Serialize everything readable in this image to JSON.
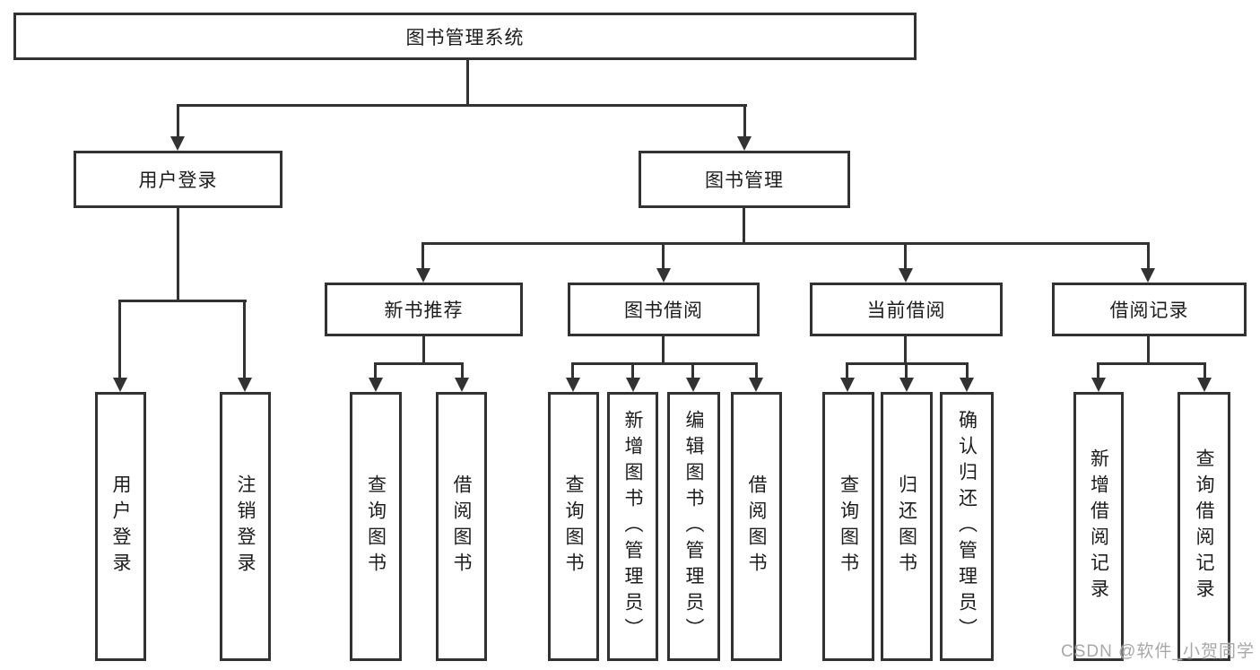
{
  "title": {
    "label": "图书管理系统"
  },
  "modules": [
    {
      "label": "用户登录",
      "children": [
        {
          "label": "用户登录"
        },
        {
          "label": "注销登录"
        }
      ]
    },
    {
      "label": "图书管理",
      "sections": [
        {
          "label": "新书推荐",
          "children": [
            {
              "label": "查询图书"
            },
            {
              "label": "借阅图书"
            }
          ]
        },
        {
          "label": "图书借阅",
          "children": [
            {
              "label": "查询图书"
            },
            {
              "label": "新增图书（管理员）"
            },
            {
              "label": "编辑图书（管理员）"
            },
            {
              "label": "借阅图书"
            }
          ]
        },
        {
          "label": "当前借阅",
          "children": [
            {
              "label": "查询图书"
            },
            {
              "label": "归还图书"
            },
            {
              "label": "确认归还（管理员）"
            }
          ]
        },
        {
          "label": "借阅记录",
          "children": [
            {
              "label": "新增借阅记录"
            },
            {
              "label": "查询借阅记录"
            }
          ]
        }
      ]
    }
  ],
  "watermark": {
    "text": "CSDN @软件_小贺同学"
  },
  "colors": {
    "line": "#323232",
    "text": "#1c1c1c",
    "watermark": "#a8a8a8",
    "background": "#ffffff"
  }
}
